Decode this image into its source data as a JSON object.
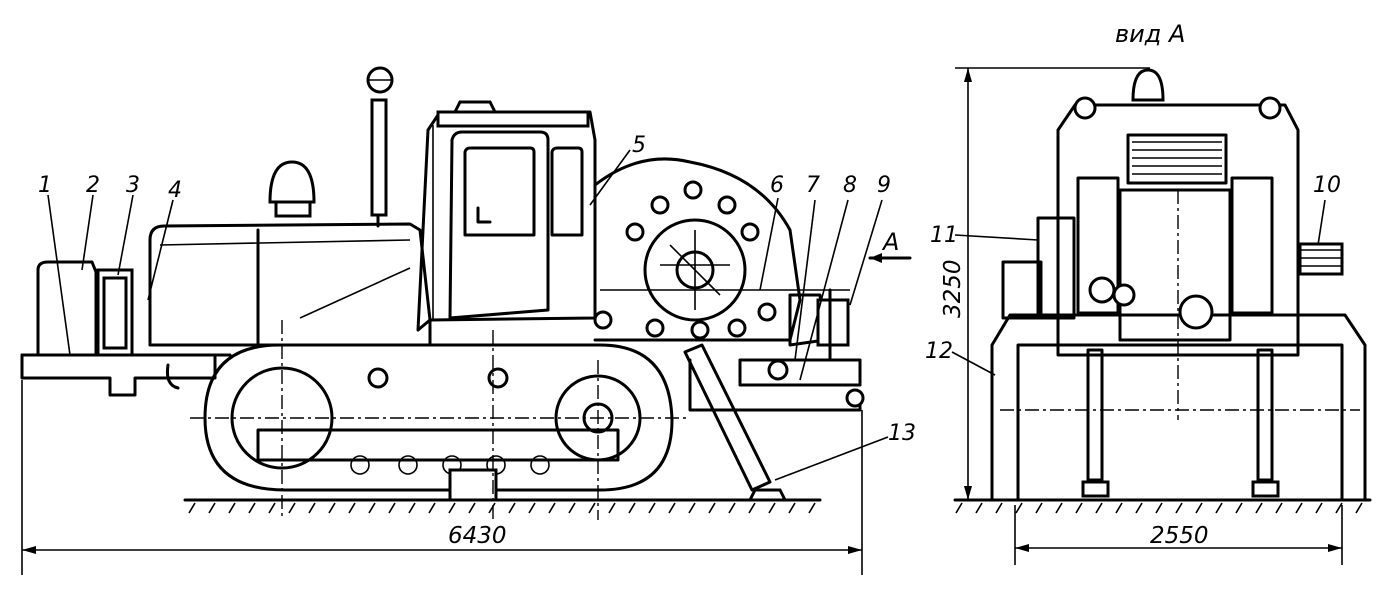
{
  "view_title": "вид А",
  "view_arrow_label": "А",
  "dimensions": {
    "length": "6430",
    "height": "3250",
    "width": "2550"
  },
  "callouts": {
    "c1": "1",
    "c2": "2",
    "c3": "3",
    "c4": "4",
    "c5": "5",
    "c6": "6",
    "c7": "7",
    "c8": "8",
    "c9": "9",
    "c10": "10",
    "c11": "11",
    "c12": "12",
    "c13": "13"
  }
}
